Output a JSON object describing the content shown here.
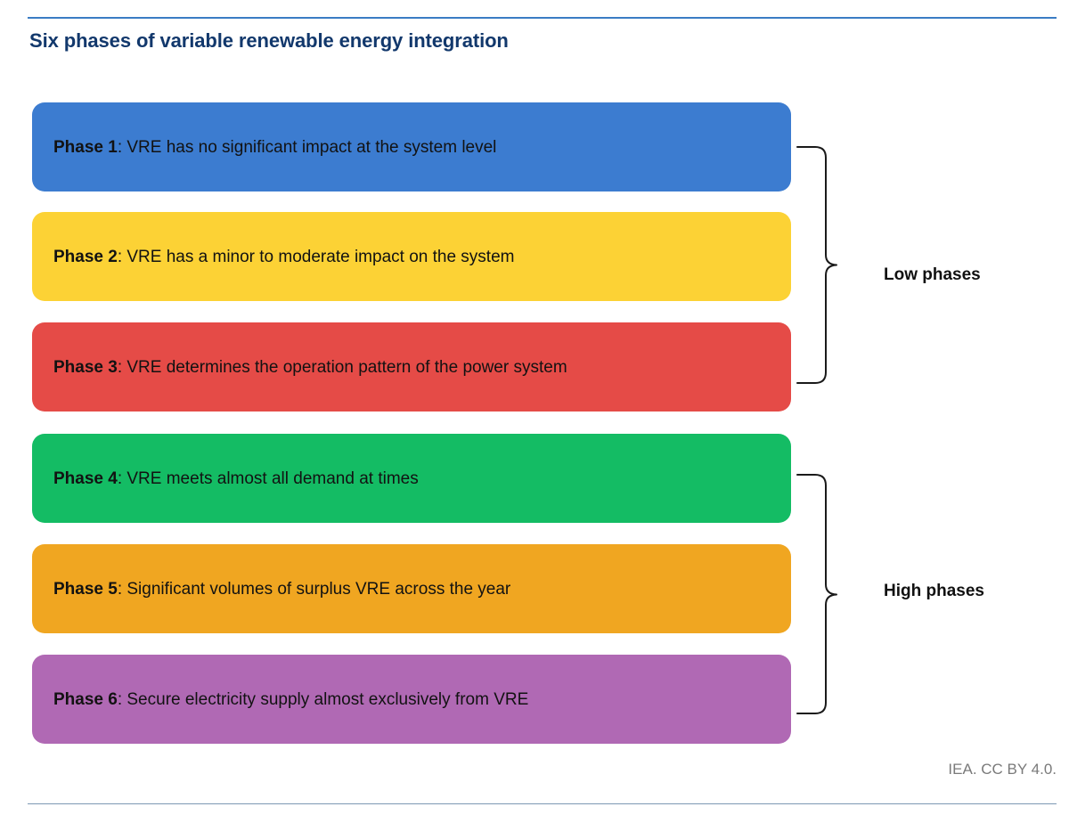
{
  "page": {
    "title": "Six phases of variable renewable energy integration",
    "credit": "IEA. CC BY 4.0."
  },
  "colors": {
    "title": "#12386c",
    "rule_top": "#3a7cc4",
    "rule_bottom": "#7d98b4",
    "phase1": "#3c7cd0",
    "phase2": "#fcd235",
    "phase3": "#e54b47",
    "phase4": "#14bc64",
    "phase5": "#f0a621",
    "phase6": "#b069b4",
    "credit": "#7a7a7a"
  },
  "phases": [
    {
      "label": "Phase 1",
      "desc": ": VRE has no significant impact at the system level",
      "color": "#3c7cd0"
    },
    {
      "label": "Phase 2",
      "desc": ": VRE has a minor to moderate impact on the system",
      "color": "#fcd235"
    },
    {
      "label": "Phase 3",
      "desc": ": VRE determines the operation pattern of the power system",
      "color": "#e54b47"
    },
    {
      "label": "Phase 4",
      "desc": ": VRE meets almost all demand at times",
      "color": "#14bc64"
    },
    {
      "label": "Phase 5",
      "desc": ": Significant volumes of surplus VRE across the year",
      "color": "#f0a621"
    },
    {
      "label": "Phase 6",
      "desc": ": Secure electricity supply almost exclusively from VRE",
      "color": "#b069b4"
    }
  ],
  "groups": [
    {
      "label": "Low phases",
      "phases": "1-3"
    },
    {
      "label": "High phases",
      "phases": "4-6"
    }
  ]
}
